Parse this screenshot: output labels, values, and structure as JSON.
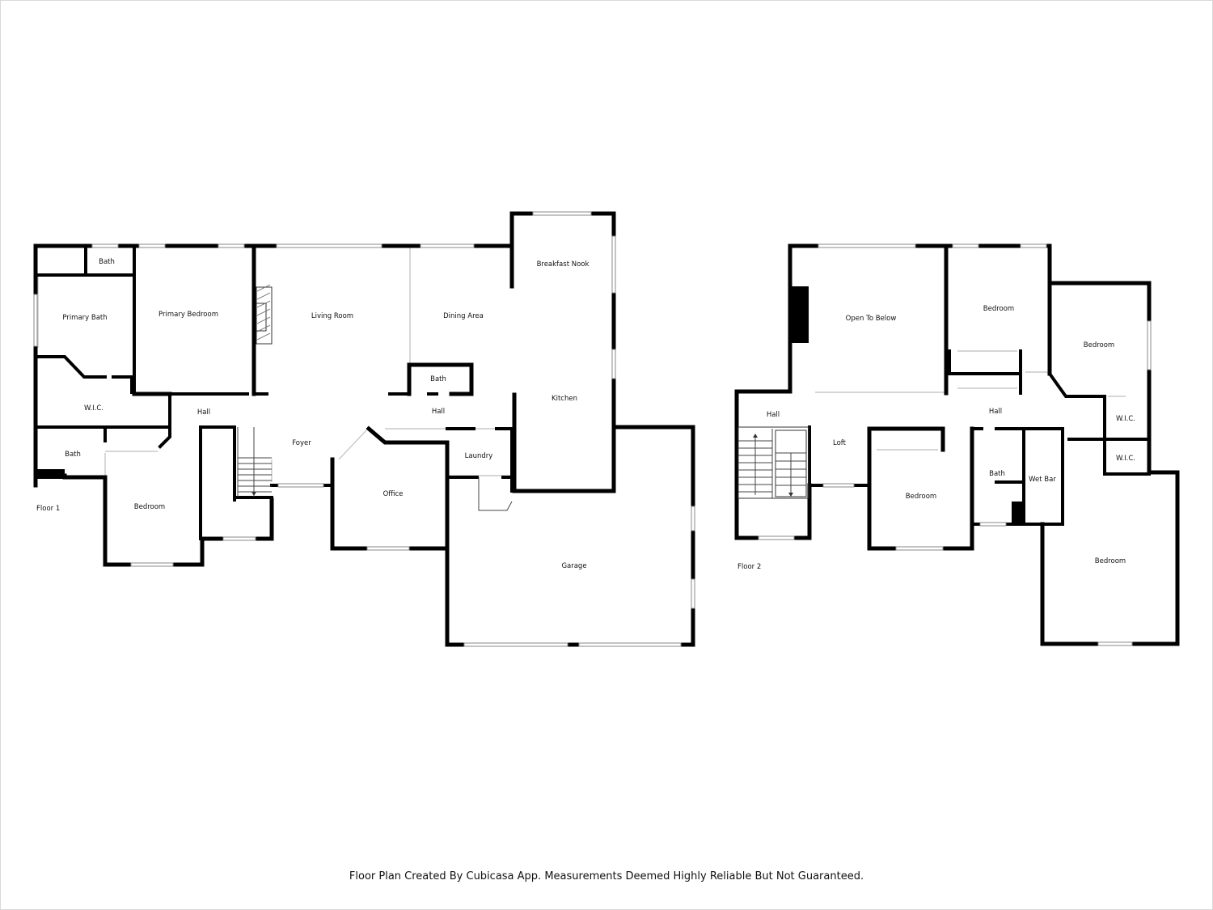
{
  "floor1": {
    "label": "Floor 1",
    "rooms": {
      "bath_top": "Bath",
      "primary_bath": "Primary Bath",
      "primary_bedroom": "Primary Bedroom",
      "living_room": "Living Room",
      "dining_area": "Dining Area",
      "breakfast_nook": "Breakfast Nook",
      "wic": "W.I.C.",
      "hall_left": "Hall",
      "bath_mid": "Bath",
      "hall_right": "Hall",
      "kitchen": "Kitchen",
      "foyer": "Foyer",
      "bath_left": "Bath",
      "laundry": "Laundry",
      "office": "Office",
      "bedroom": "Bedroom",
      "garage": "Garage"
    }
  },
  "floor2": {
    "label": "Floor 2",
    "rooms": {
      "open_to_below": "Open To Below",
      "bedroom_top": "Bedroom",
      "bedroom_right": "Bedroom",
      "hall_left": "Hall",
      "hall_right": "Hall",
      "wic_top": "W.I.C.",
      "loft": "Loft",
      "wic_bottom": "W.I.C.",
      "bath": "Bath",
      "wet_bar": "Wet Bar",
      "bedroom_mid": "Bedroom",
      "bedroom_bottom": "Bedroom"
    }
  },
  "footer": "Floor Plan Created By Cubicasa App. Measurements Deemed Highly Reliable But Not Guaranteed."
}
